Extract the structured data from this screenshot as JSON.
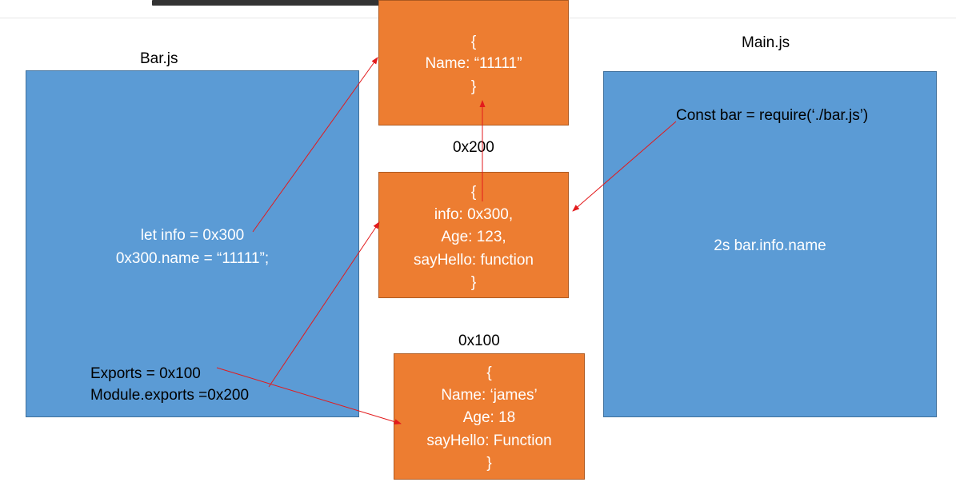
{
  "colors": {
    "blue": "#5b9bd5",
    "orange": "#ed7d31",
    "arrow": "#e31a1c",
    "text_light": "#ffffff",
    "text_dark": "#000000"
  },
  "labels": {
    "bar": "Bar.js",
    "main": "Main.js",
    "addr200": "0x200",
    "addr100": "0x100"
  },
  "bar_box": {
    "line1": "let info = 0x300",
    "line2": "0x300.name = “11111”;",
    "exports1": "Exports = 0x100",
    "exports2": "Module.exports =0x200"
  },
  "main_box": {
    "require": "Const bar = require(‘./bar.js’)",
    "access": "2s bar.info.name"
  },
  "obj300": {
    "open": "{",
    "name": "Name: “11111”",
    "close": "}"
  },
  "obj200": {
    "open": "{",
    "info": "info: 0x300,",
    "age": "Age: 123,",
    "say": "sayHello: function",
    "close": "}"
  },
  "obj100": {
    "open": "{",
    "name": "Name: ‘james’",
    "age": "Age: 18",
    "say": "sayHello: Function",
    "close": "}"
  }
}
